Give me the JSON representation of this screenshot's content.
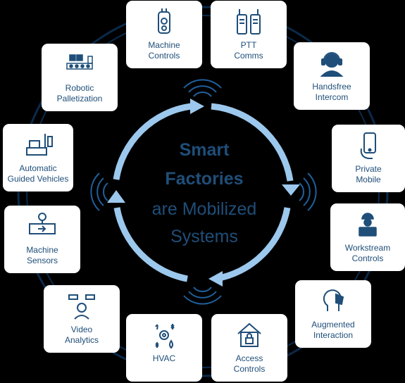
{
  "title_lines": [
    "Smart",
    "Factories",
    "are Mobilized",
    "Systems"
  ],
  "colors": {
    "accent": "#1f4e79",
    "ring": "#0b2a4a",
    "arrow": "#9cc8ee",
    "card": "#ffffff",
    "background": "#000000"
  },
  "cards": [
    {
      "id": "machine-controls",
      "icon": "remote-control-icon",
      "lines": [
        "Machine",
        "Controls"
      ]
    },
    {
      "id": "ptt-comms",
      "icon": "walkie-talkie-icon",
      "lines": [
        "PTT",
        "Comms"
      ]
    },
    {
      "id": "handsfree-intercom",
      "icon": "headset-icon",
      "lines": [
        "Handsfree",
        "Intercom"
      ]
    },
    {
      "id": "private-mobile",
      "icon": "smartphone-icon",
      "lines": [
        "Private",
        "Mobile"
      ]
    },
    {
      "id": "workstream-controls",
      "icon": "worker-laptop-icon",
      "lines": [
        "Workstream",
        "Controls"
      ]
    },
    {
      "id": "augmented-interaction",
      "icon": "ar-headset-icon",
      "lines": [
        "Augmented",
        "Interaction"
      ]
    },
    {
      "id": "access-controls",
      "icon": "house-lock-icon",
      "lines": [
        "Access",
        "Controls"
      ]
    },
    {
      "id": "hvac",
      "icon": "hvac-icon",
      "lines": [
        "HVAC"
      ]
    },
    {
      "id": "video-analytics",
      "icon": "camera-person-icon",
      "lines": [
        "Video",
        "Analytics"
      ]
    },
    {
      "id": "machine-sensors",
      "icon": "pipe-sensor-icon",
      "lines": [
        "Machine",
        "Sensors"
      ]
    },
    {
      "id": "automatic-guided-vehicles",
      "icon": "agv-icon",
      "lines": [
        "Automatic",
        "Guided Vehicles"
      ]
    },
    {
      "id": "robotic-palletization",
      "icon": "conveyor-icon",
      "lines": [
        "Robotic",
        "Palletization"
      ]
    }
  ]
}
